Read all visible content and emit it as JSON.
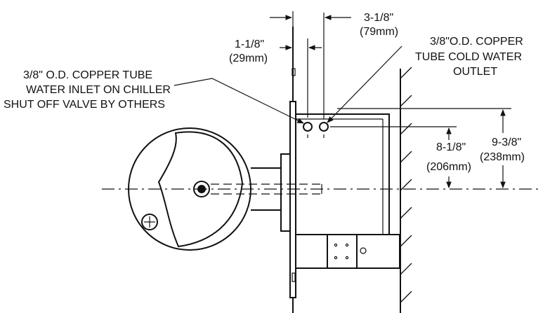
{
  "labels": {
    "dim_side_top": "3-1/8\"",
    "dim_side_top_mm": "(79mm)",
    "dim_side_left": "1-1/8\"",
    "dim_side_left_mm": "(29mm)",
    "inlet_line1": "3/8\" O.D. COPPER TUBE",
    "inlet_line2": "WATER INLET ON CHILLER",
    "inlet_line3": "SHUT OFF VALVE BY OTHERS",
    "outlet_line1": "3/8\"O.D. COPPER",
    "outlet_line2": "TUBE COLD WATER",
    "outlet_line3": "OUTLET",
    "dim_inner": "8-1/8\"",
    "dim_inner_mm": "(206mm)",
    "dim_outer": "9-3/8\"",
    "dim_outer_mm": "(238mm)"
  }
}
